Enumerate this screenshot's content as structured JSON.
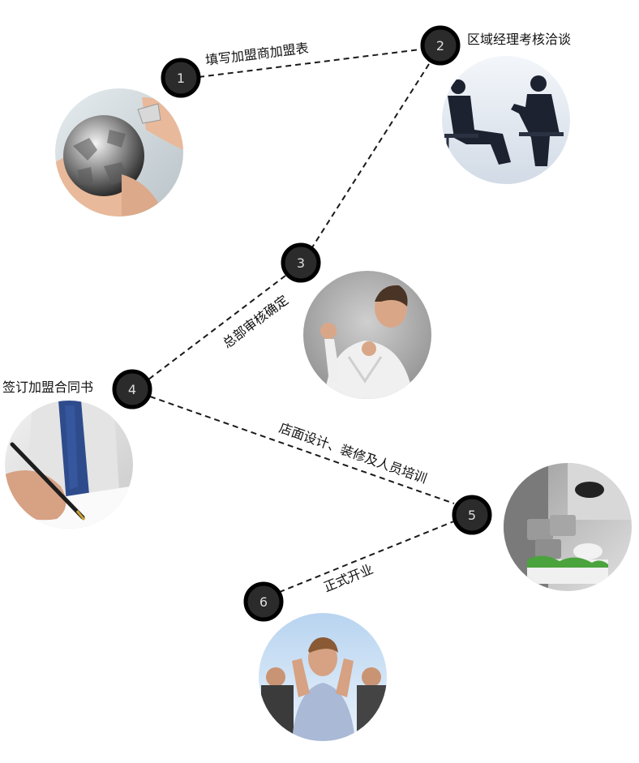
{
  "steps": [
    {
      "number": "1",
      "label": "填写加盟商加盟表",
      "photo": "globe-puzzle-hands"
    },
    {
      "number": "2",
      "label": "区域经理考核洽谈",
      "photo": "business-meeting-silhouettes"
    },
    {
      "number": "3",
      "label": "总部审核确定",
      "photo": "excited-man"
    },
    {
      "number": "4",
      "label": "签订加盟合同书",
      "photo": "hand-signing-contract"
    },
    {
      "number": "5",
      "label": "店面设计、装修及人员培训",
      "photo": "store-interior"
    },
    {
      "number": "6",
      "label": "正式开业",
      "photo": "cheering-crowd"
    }
  ],
  "colors": {
    "marker_fill": "#2b2b2b",
    "marker_ring": "#000000",
    "marker_text": "#dddddd",
    "connector": "#1a1a1a",
    "label_text": "#111111"
  }
}
